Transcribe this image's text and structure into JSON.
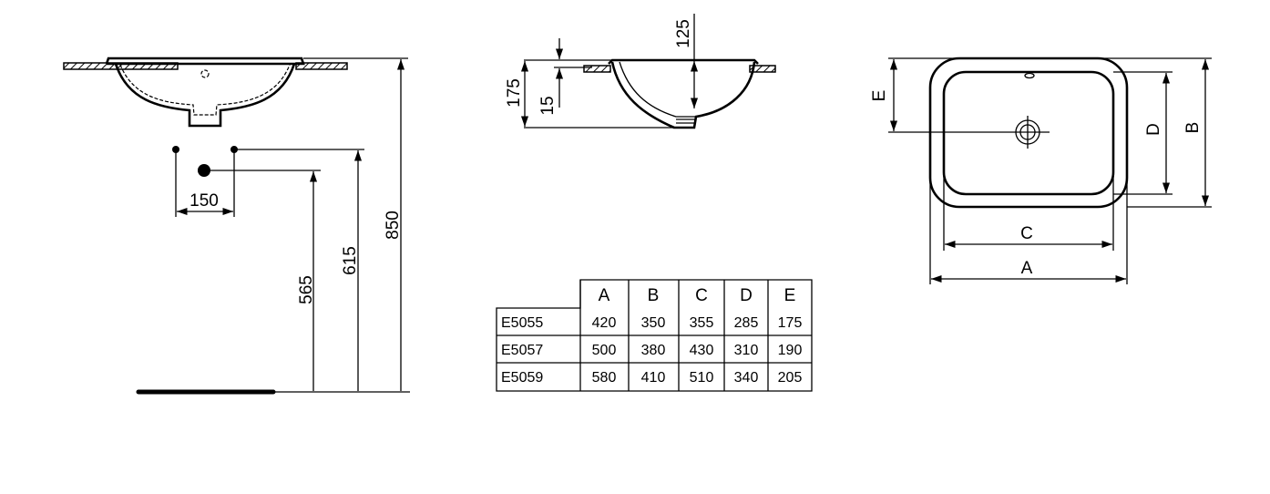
{
  "side_view": {
    "dim_tap_spacing": "150",
    "dim_waste_height": "565",
    "dim_tap_height": "615",
    "dim_total_height": "850"
  },
  "section_view": {
    "dim_depth": "125",
    "dim_height": "175",
    "dim_rim": "15"
  },
  "plan_view": {
    "label_a": "A",
    "label_b": "B",
    "label_c": "C",
    "label_d": "D",
    "label_e": "E"
  },
  "table": {
    "headers": [
      "",
      "A",
      "B",
      "C",
      "D",
      "E"
    ],
    "rows": [
      [
        "E5055",
        "420",
        "350",
        "355",
        "285",
        "175"
      ],
      [
        "E5057",
        "500",
        "380",
        "430",
        "310",
        "190"
      ],
      [
        "E5059",
        "580",
        "410",
        "510",
        "340",
        "205"
      ]
    ]
  }
}
